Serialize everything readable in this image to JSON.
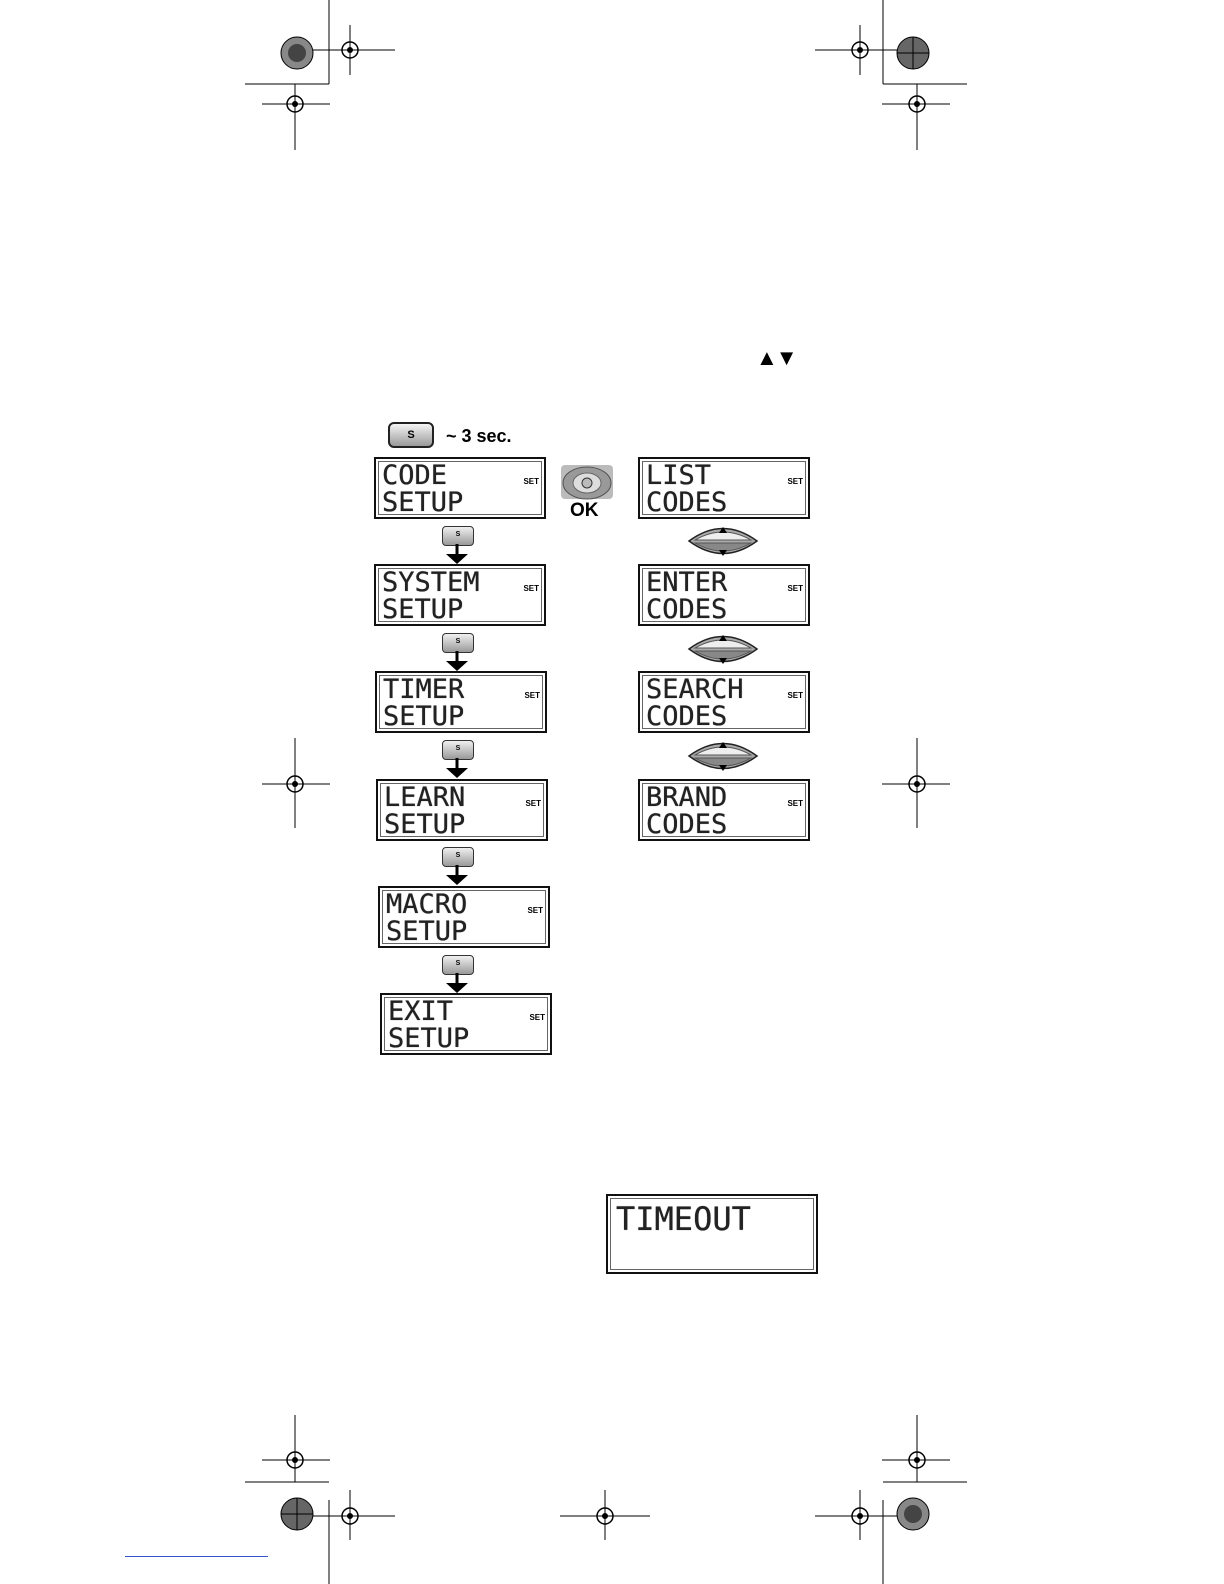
{
  "instruction": {
    "nav_arrows": "▲▼"
  },
  "start": {
    "button_label": "S",
    "hold_text": "~ 3 sec."
  },
  "ok_label": "OK",
  "set_tag": "SET",
  "step_button_label": "S",
  "menu_left": [
    {
      "line1": "CODE",
      "line2": "SETUP"
    },
    {
      "line1": "SYSTEM",
      "line2": "SETUP"
    },
    {
      "line1": "TIMER",
      "line2": "SETUP"
    },
    {
      "line1": "LEARN",
      "line2": "SETUP"
    },
    {
      "line1": "MACRO",
      "line2": "SETUP"
    },
    {
      "line1": "EXIT",
      "line2": "SETUP"
    }
  ],
  "menu_right": [
    {
      "line1": "LIST",
      "line2": "CODES"
    },
    {
      "line1": "ENTER",
      "line2": "CODES"
    },
    {
      "line1": "SEARCH",
      "line2": "CODES"
    },
    {
      "line1": "BRAND",
      "line2": "CODES"
    }
  ],
  "timeout_display": "TIMEOUT"
}
